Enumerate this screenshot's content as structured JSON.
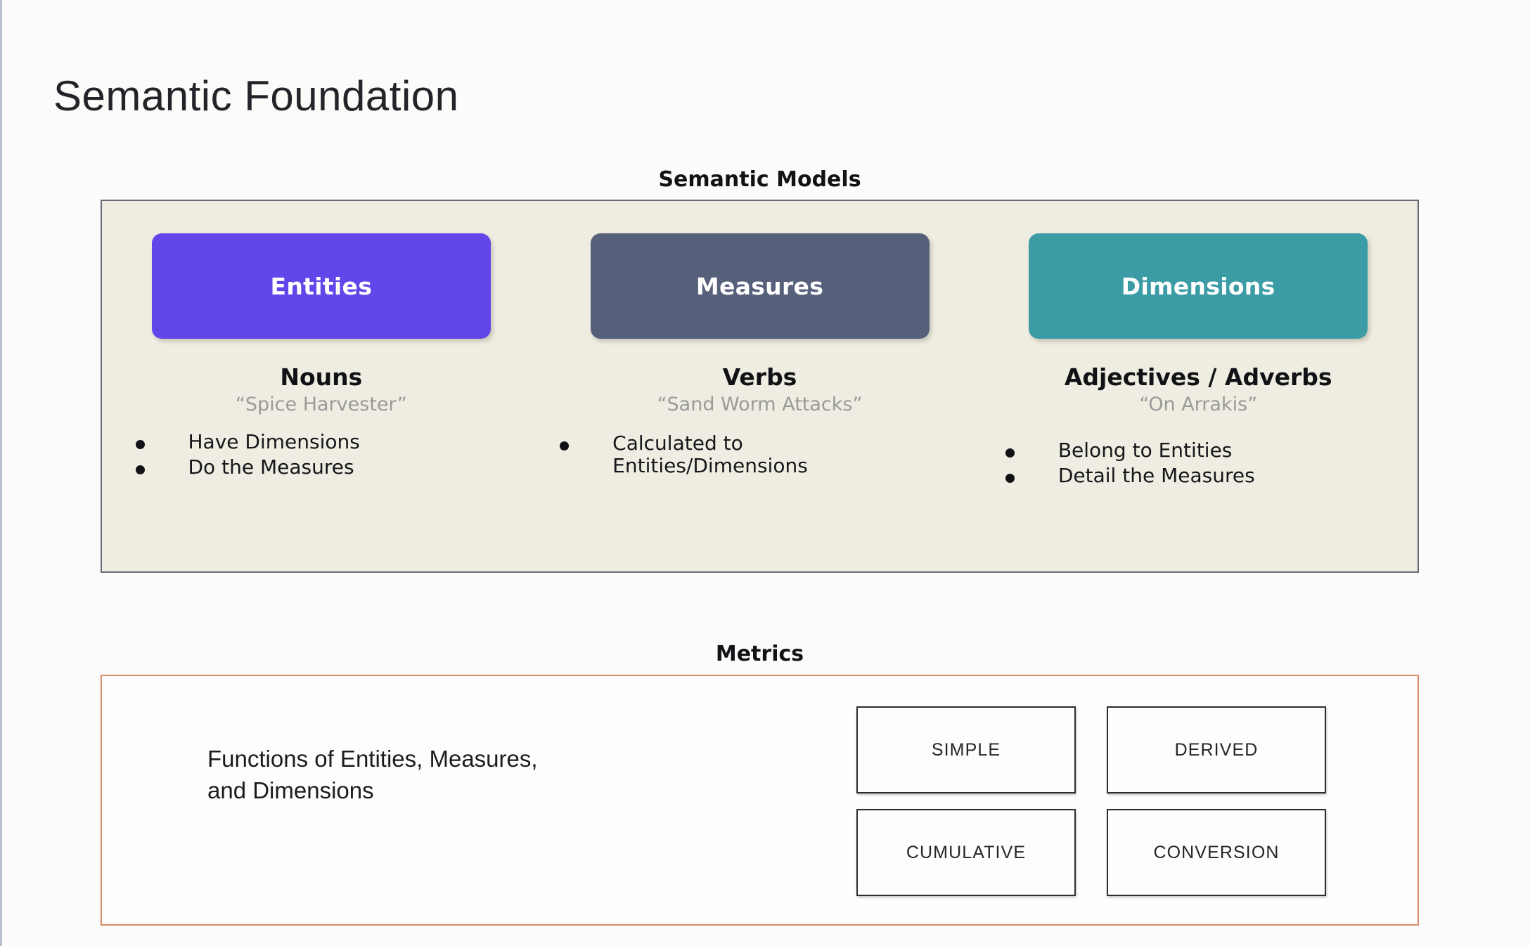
{
  "page": {
    "title": "Semantic Foundation",
    "background_color": "#FBFBF9"
  },
  "semantic_models": {
    "caption": "Semantic Models",
    "panel_color": "#EFEDE1",
    "panel_border_color": "#666B78",
    "columns": [
      {
        "card_label": "Entities",
        "card_color": "#6246EA",
        "heading": "Nouns",
        "example": "“Spice Harvester”",
        "bullets": [
          "Have Dimensions",
          "Do the Measures"
        ]
      },
      {
        "card_label": "Measures",
        "card_color": "#56607A",
        "heading": "Verbs",
        "example": "“Sand Worm Attacks”",
        "bullets": [
          "Calculated to\nEntities/Dimensions"
        ]
      },
      {
        "card_label": "Dimensions",
        "card_color": "#3C9CA6",
        "heading": "Adjectives / Adverbs",
        "example": "“On Arrakis”",
        "bullets": [
          "Belong to Entities",
          "Detail the Measures"
        ]
      }
    ]
  },
  "metrics": {
    "caption": "Metrics",
    "panel_border_color": "#D98B6E",
    "description": "Functions of Entities, Measures,\nand Dimensions",
    "types": [
      "SIMPLE",
      "DERIVED",
      "CUMULATIVE",
      "CONVERSION"
    ]
  }
}
